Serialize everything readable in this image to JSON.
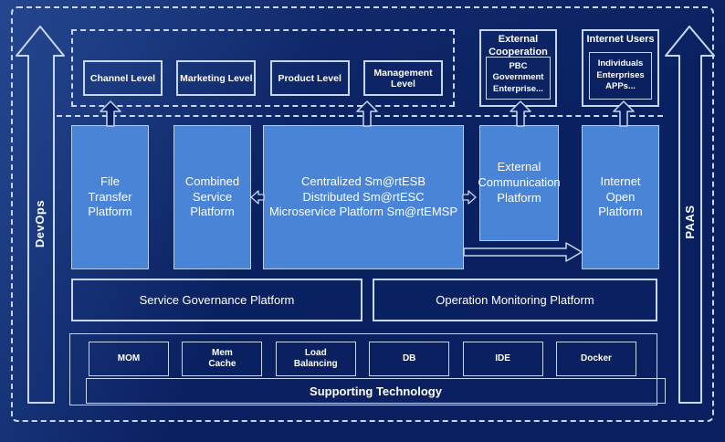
{
  "colors": {
    "background": "#0a2161",
    "panel_blue": "#4a84d6",
    "border_light": "#c7d7ee",
    "text": "#ffffff"
  },
  "rails": {
    "left_label": "DevOps",
    "right_label": "PAAS"
  },
  "channel_layer": {
    "levels": [
      "Channel Level",
      "Marketing Level",
      "Product Level",
      "Management Level"
    ]
  },
  "external_cooperation": {
    "title_lines": [
      "External",
      "Cooperation"
    ],
    "members_lines": [
      "PBC Government",
      "Enterprise..."
    ]
  },
  "internet_users": {
    "title": "Internet Users",
    "members_lines": [
      "Individuals",
      "Enterprises",
      "APPs..."
    ]
  },
  "platforms": {
    "file_transfer": {
      "lines": [
        "File",
        "Transfer",
        "Platform"
      ]
    },
    "combined_service": {
      "lines": [
        "Combined",
        "Service",
        "Platform"
      ]
    },
    "central": {
      "lines": [
        "Centralized Sm@rtESB",
        "Distributed Sm@rtESC",
        "Microservice Platform Sm@rtEMSP"
      ]
    },
    "external_communication": {
      "lines": [
        "External",
        "Communication",
        "Platform"
      ]
    },
    "internet_open": {
      "lines": [
        "Internet",
        "Open",
        "Platform"
      ]
    }
  },
  "governance": {
    "service_governance": "Service Governance Platform",
    "operation_monitoring": "Operation Monitoring Platform"
  },
  "supporting": {
    "title": "Supporting Technology",
    "technologies": [
      {
        "lines": [
          "MOM"
        ]
      },
      {
        "lines": [
          "Mem",
          "Cache"
        ]
      },
      {
        "lines": [
          "Load",
          "Balancing"
        ]
      },
      {
        "lines": [
          "DB"
        ]
      },
      {
        "lines": [
          "IDE"
        ]
      },
      {
        "lines": [
          "Docker"
        ]
      }
    ]
  }
}
